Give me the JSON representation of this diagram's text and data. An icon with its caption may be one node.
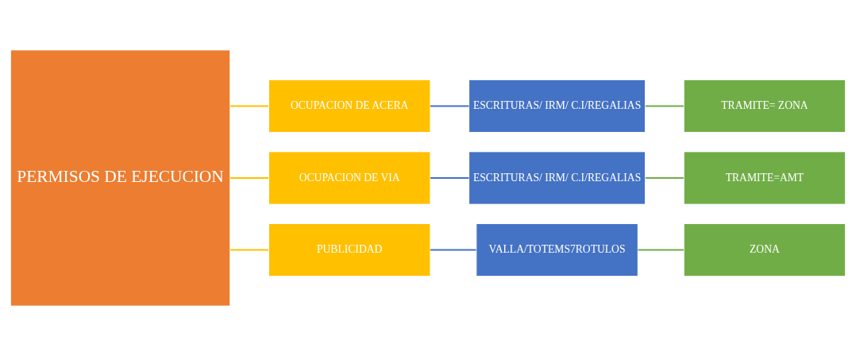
{
  "diagram": {
    "nodes": [
      {
        "text": [
          "PERMISOS DE EJECUCION"
        ]
      },
      {
        "text": [
          "OCUPACION DE ACERA"
        ]
      },
      {
        "text": [
          "OCUPACION DE VIA"
        ]
      },
      {
        "text": [
          "PUBLICIDAD"
        ]
      },
      {
        "text": [
          "ESCRITURAS/ IRM/ C.I/REGALIAS"
        ]
      },
      {
        "text": [
          "ESCRITURAS/ IRM/ C.I/REGALIAS"
        ]
      },
      {
        "text": [
          "VALLA/TOTEMS7ROTULOS"
        ]
      },
      {
        "text": [
          "TRAMITE= ZONA"
        ]
      },
      {
        "text": [
          "TRAMITE=AMT"
        ]
      },
      {
        "text": [
          "ZONA"
        ]
      }
    ],
    "edges": [
      {
        "from": 0,
        "to": 1,
        "arrow": "none",
        "color": "#ffc000"
      },
      {
        "from": 0,
        "to": 2,
        "arrow": "none",
        "color": "#ffc000"
      },
      {
        "from": 0,
        "to": 3,
        "arrow": "none",
        "color": "#ffc000"
      },
      {
        "from": 1,
        "to": 4,
        "arrow": "none",
        "color": "#4472c4"
      },
      {
        "from": 2,
        "to": 5,
        "arrow": "none",
        "color": "#4472c4"
      },
      {
        "from": 3,
        "to": 6,
        "arrow": "none",
        "color": "#4472c4"
      },
      {
        "from": 4,
        "to": 7,
        "arrow": "none",
        "color": "#70ad47"
      },
      {
        "from": 5,
        "to": 8,
        "arrow": "none",
        "color": "#70ad47"
      },
      {
        "from": 6,
        "to": 9,
        "arrow": "none",
        "color": "#70ad47"
      }
    ]
  }
}
